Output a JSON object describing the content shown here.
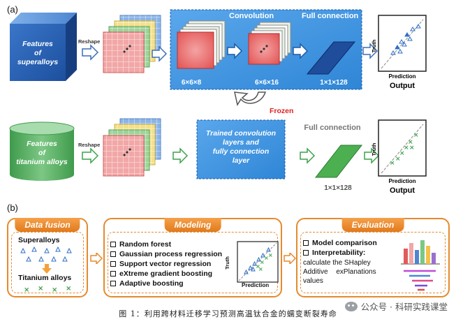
{
  "panel_a": {
    "label": "(a)",
    "superalloy_features": [
      "Features",
      "of",
      "superalloys"
    ],
    "titanium_features": [
      "Features",
      "of",
      "titanium alloys"
    ],
    "reshape_1": "Reshape",
    "reshape_2": "Reshape",
    "convolution_label": "Convolution",
    "full_connection_top": "Full connection",
    "dim_1": "6×6×8",
    "dim_2": "6×6×16",
    "dim_3": "1×1×128",
    "frozen_label": "Frozen",
    "trained_box_lines": [
      "Trained convolution",
      "layers and",
      "fully connection",
      "layer"
    ],
    "full_connection_bottom": "Full connection",
    "dim_4": "1×1×128",
    "plot_top": {
      "xlabel": "Prediction",
      "ylabel": "Truth",
      "title": "Output"
    },
    "plot_bottom": {
      "xlabel": "Prediction",
      "ylabel": "Truth",
      "title": "Output"
    }
  },
  "panel_b": {
    "label": "(b)",
    "data_fusion": {
      "title": "Data fusion",
      "superalloys": "Superalloys",
      "titanium": "Titanium alloys"
    },
    "modeling": {
      "title": "Modeling",
      "items": [
        "Random forest",
        "Gaussian process regression",
        "Support vector regression",
        "eXtreme gradient boosting",
        "Adaptive boosting"
      ],
      "plot": {
        "xlabel": "Prediction",
        "ylabel": "Truth"
      }
    },
    "evaluation": {
      "title": "Evaluation",
      "item1": "Model comparison",
      "item2": "Interpretability:",
      "desc_lines": [
        "calculate the SHapley",
        "Additive exPlanations",
        "values"
      ]
    }
  },
  "caption": "图 1：利用跨材料迁移学习预测高温钛合金的蠕变断裂寿命",
  "watermark": "公众号 · 科研实践课堂",
  "colors": {
    "blue_accent": "#2f86d6",
    "green_accent": "#3aa24a",
    "orange_accent": "#e58a2e",
    "frozen_red": "#e02020"
  }
}
